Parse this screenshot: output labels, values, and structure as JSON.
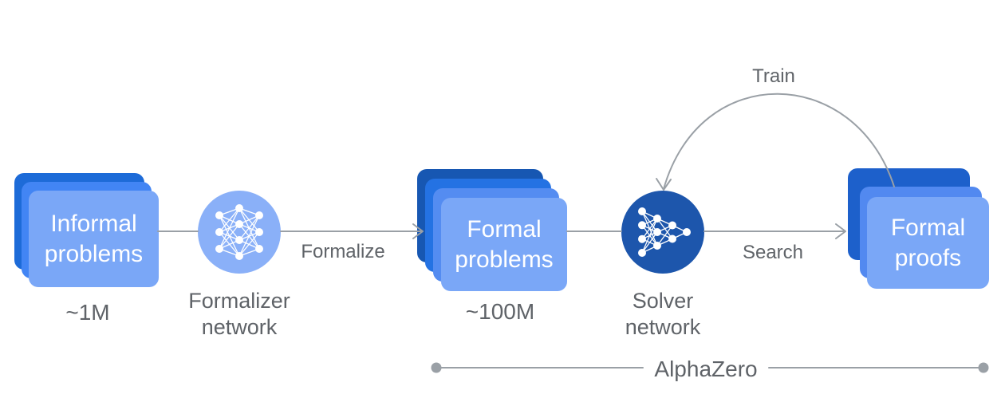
{
  "colors": {
    "background": "#ffffff",
    "card_light": "#7AA7F7",
    "card_blue": "#4285F4",
    "card_dark": "#1D6BD8",
    "card_navy": "#1757B2",
    "card_bright": "#2472E3",
    "card_midlight": "#548CF1",
    "proofs_back": "#1D60CB",
    "proofs_mid": "#5289F0",
    "formalizer_fill": "#8AB0F8",
    "solver_fill": "#1D56AC",
    "line": "#9AA0A6",
    "text_gray": "#5F6368",
    "text_white": "#ffffff"
  },
  "stages": [
    {
      "name": "informal-problems",
      "kind": "card-stack",
      "cards": 3,
      "label_lines": [
        "Informal",
        "problems"
      ],
      "count": "~1M"
    },
    {
      "name": "formalizer-network",
      "kind": "network-node",
      "icon": "neural-network-icon",
      "label_lines": [
        "Formalizer",
        "network"
      ]
    },
    {
      "name": "formal-problems",
      "kind": "card-stack",
      "cards": 4,
      "label_lines": [
        "Formal",
        "problems"
      ],
      "count": "~100M"
    },
    {
      "name": "solver-network",
      "kind": "network-node",
      "icon": "neural-network-icon",
      "label_lines": [
        "Solver",
        "network"
      ]
    },
    {
      "name": "formal-proofs",
      "kind": "card-stack",
      "cards": 3,
      "label_lines": [
        "Formal",
        "proofs"
      ]
    }
  ],
  "edges": [
    {
      "from": "informal-problems",
      "to": "formalizer-network",
      "label": ""
    },
    {
      "from": "formalizer-network",
      "to": "formal-problems",
      "label": "Formalize"
    },
    {
      "from": "formal-problems",
      "to": "solver-network",
      "label": ""
    },
    {
      "from": "solver-network",
      "to": "formal-proofs",
      "label": "Search"
    },
    {
      "from": "formal-proofs",
      "to": "solver-network",
      "label": "Train"
    }
  ],
  "bracket": {
    "label": "AlphaZero"
  }
}
